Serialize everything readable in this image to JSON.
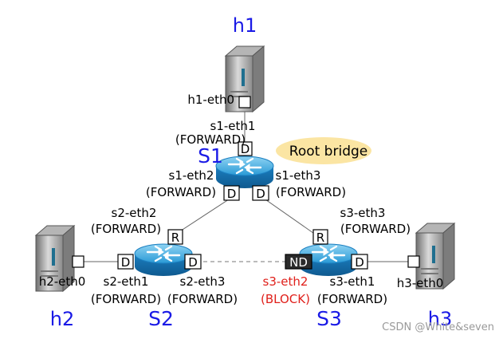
{
  "hosts": {
    "h1": {
      "name": "h1",
      "iface": "h1-eth0"
    },
    "h2": {
      "name": "h2",
      "iface": "h2-eth0"
    },
    "h3": {
      "name": "h3",
      "iface": "h3-eth0"
    }
  },
  "switches": {
    "s1": {
      "name": "S1",
      "badge": "Root bridge"
    },
    "s2": {
      "name": "S2"
    },
    "s3": {
      "name": "S3"
    }
  },
  "ports": {
    "s1_eth1": {
      "name": "s1-eth1",
      "state": "(FORWARD)",
      "role": "D"
    },
    "s1_eth2": {
      "name": "s1-eth2",
      "state": "(FORWARD)",
      "role": "D"
    },
    "s1_eth3": {
      "name": "s1-eth3",
      "state": "(FORWARD)",
      "role": "D"
    },
    "s2_eth1": {
      "name": "s2-eth1",
      "state": "(FORWARD)",
      "role": "D"
    },
    "s2_eth2": {
      "name": "s2-eth2",
      "state": "(FORWARD)",
      "role": "R"
    },
    "s2_eth3": {
      "name": "s2-eth3",
      "state": "(FORWARD)",
      "role": "D"
    },
    "s3_eth1": {
      "name": "s3-eth1",
      "state": "(FORWARD)",
      "role": "D"
    },
    "s3_eth2": {
      "name": "s3-eth2",
      "state": "(BLOCK)",
      "role": "ND"
    },
    "s3_eth3": {
      "name": "s3-eth3",
      "state": "(FORWARD)",
      "role": "R"
    }
  },
  "watermark": "CSDN @White&seven",
  "colors": {
    "label_blue": "#1a1ae6",
    "blocked_red": "#e0201b",
    "badge_yellow": "#fbe5a3",
    "switch_body": "#1e8fd0"
  }
}
